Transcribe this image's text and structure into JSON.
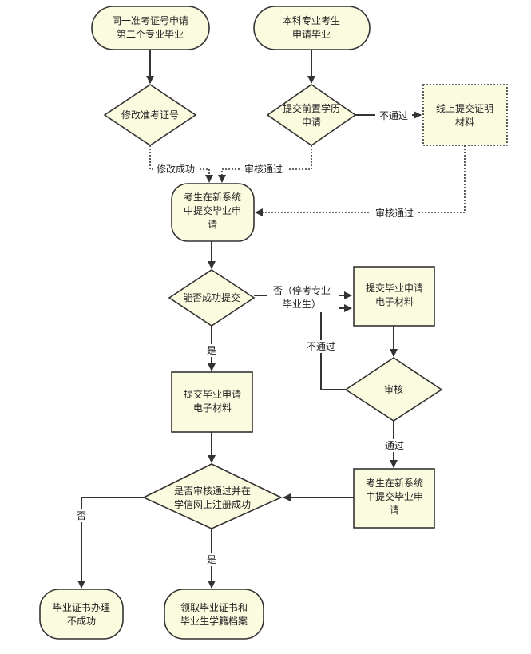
{
  "nodes": {
    "same_ticket": [
      "同一准考证号申请",
      "第二个专业毕业"
    ],
    "undergrad": [
      "本科专业考生",
      "申请毕业"
    ],
    "modify_ticket": [
      "修改准考证号"
    ],
    "submit_prior": [
      "提交前置学历",
      "申请"
    ],
    "online_proof": [
      "线上提交证明",
      "材料"
    ],
    "new_system_1": [
      "考生在新系统",
      "中提交毕业申",
      "请"
    ],
    "can_submit": [
      "能否成功提交"
    ],
    "submit_emat_right": [
      "提交毕业申请",
      "电子材料"
    ],
    "review": [
      "审核"
    ],
    "submit_emat_left": [
      "提交毕业申请",
      "电子材料"
    ],
    "new_system_2": [
      "考生在新系统",
      "中提交毕业申",
      "请"
    ],
    "approved_registered": [
      "是否审核通过并在",
      "学信网上注册成功"
    ],
    "fail": [
      "毕业证书办理",
      "不成功"
    ],
    "receive": [
      "领取毕业证书和",
      "毕业生学籍档案"
    ]
  },
  "edges": {
    "fail_pass": "不通过",
    "modify_ok": "修改成功",
    "review_ok_top": "审核通过",
    "review_ok_right": "审核通过",
    "no_stop_line1": "否（停考专业",
    "no_stop_line2": "毕业生）",
    "review_fail": "不通过",
    "yes_mid": "是",
    "pass": "通过",
    "no_final": "否",
    "yes_final": "是"
  },
  "colors": {
    "fill": "#fbfbe0",
    "stroke": "#333333"
  }
}
